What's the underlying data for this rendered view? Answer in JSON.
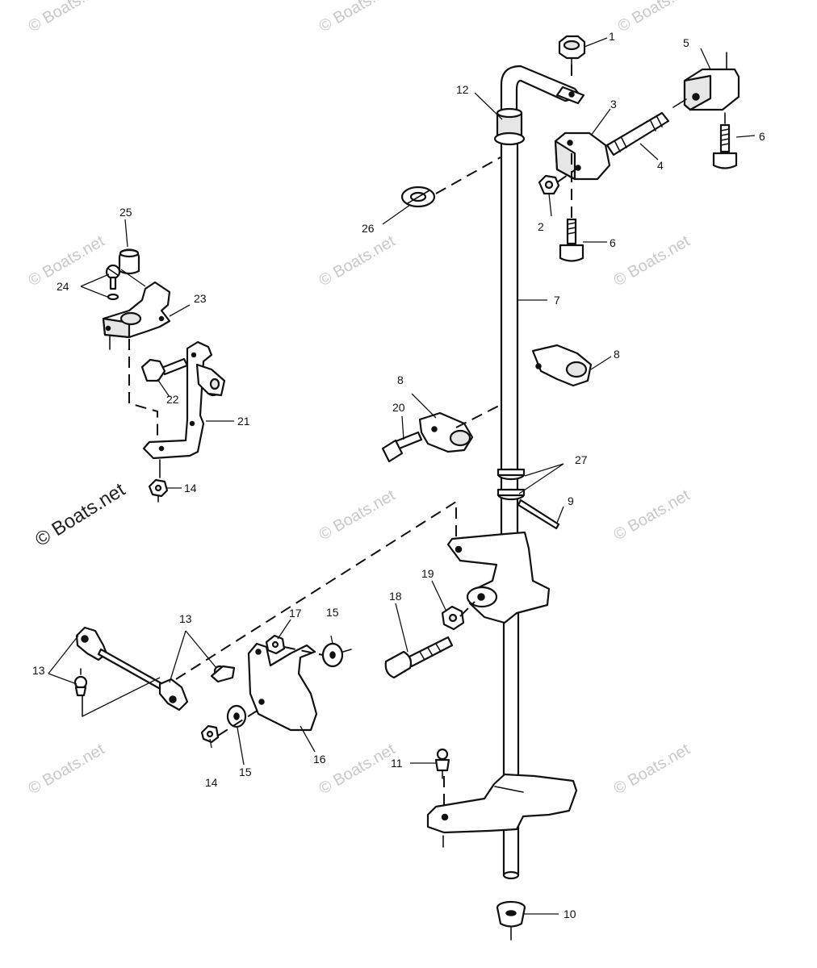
{
  "watermark": {
    "text": "© Boats.net",
    "primary_text": "© Boats.net"
  },
  "callouts": {
    "n1": "1",
    "n2": "2",
    "n3": "3",
    "n4": "4",
    "n5": "5",
    "n6a": "6",
    "n6b": "6",
    "n7": "7",
    "n8a": "8",
    "n8b": "8",
    "n9": "9",
    "n10": "10",
    "n11": "11",
    "n12": "12",
    "n13a": "13",
    "n13b": "13",
    "n14a": "14",
    "n14b": "14",
    "n15a": "15",
    "n15b": "15",
    "n16": "16",
    "n17": "17",
    "n18": "18",
    "n19": "19",
    "n20": "20",
    "n21": "21",
    "n22": "22",
    "n23": "23",
    "n24": "24",
    "n25": "25",
    "n26": "26",
    "n27": "27"
  }
}
